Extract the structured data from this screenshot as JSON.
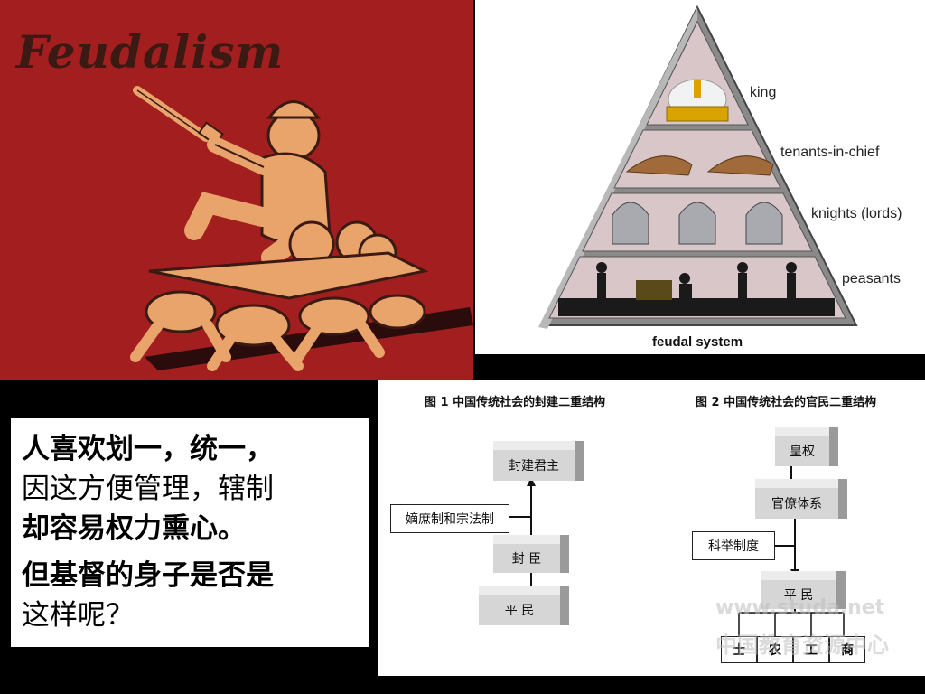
{
  "top_left": {
    "title": "Feudalism"
  },
  "pyramid": {
    "tiers": [
      "king",
      "tenants-in-chief",
      "knights (lords)",
      "peasants"
    ],
    "caption": "feudal system"
  },
  "text_box": {
    "line1": "人喜欢划一，统一，",
    "line2": "因这方便管理，辖制",
    "line3": "却容易权力熏心。",
    "line4": "但基督的身子是否是",
    "line5": "这样呢？"
  },
  "fig1": {
    "title": "图 1  中国传统社会的封建二重结构",
    "top": "封建君主",
    "side": "嫡庶制和宗法制",
    "middle": "封  臣",
    "bottom": "平  民"
  },
  "fig2": {
    "title": "图 2   中国传统社会的官民二重结构",
    "top": "皇权",
    "middle": "官僚体系",
    "side": "科举制度",
    "bottom": "平  民",
    "classes": [
      "士",
      "农",
      "工",
      "商"
    ]
  },
  "watermark": {
    "line1": "www.studa.net",
    "line2": "中国教育资源中心"
  }
}
